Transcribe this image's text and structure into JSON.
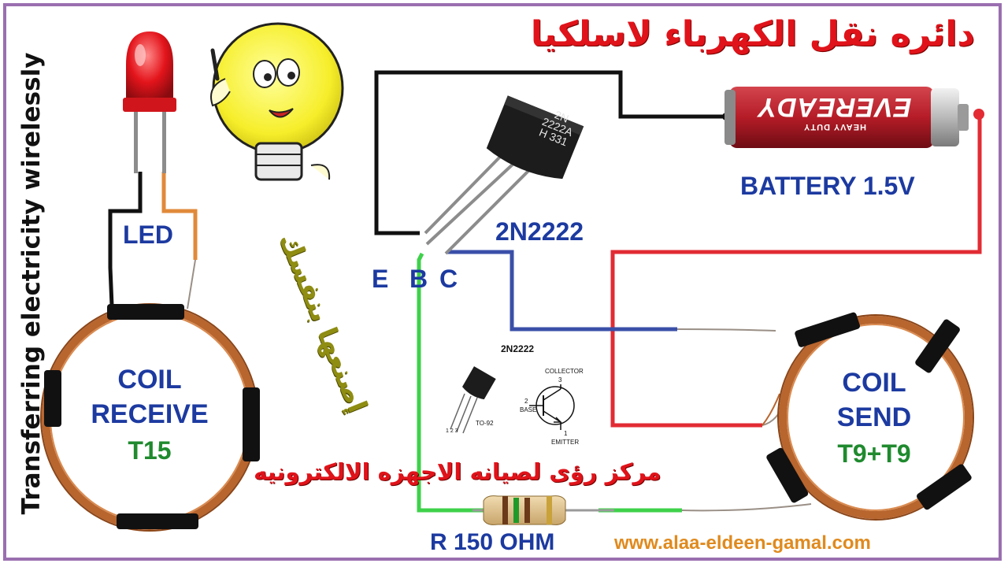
{
  "title_arabic": "دائره نقل الكهرباء لاسلكيا",
  "side_title": "Transferring electricity wirelessly",
  "diagonal_text": "إصنعها بنفسك",
  "center_text_arabic": "مركز رؤى لصيانه الاجهزه الالكترونيه",
  "website": "www.alaa-eldeen-gamal.com",
  "led": {
    "label": "LED"
  },
  "transistor": {
    "label": "2N2222",
    "marking_lines": [
      "2N",
      "2222A",
      "H 331"
    ],
    "pins": [
      "E",
      "B",
      "C"
    ]
  },
  "battery": {
    "label": "BATTERY 1.5V",
    "brand": "EVEREADY",
    "tagline": "HEAVY DUTY"
  },
  "coil_receive": {
    "line1": "COIL",
    "line2": "RECEIVE",
    "turns": "T15"
  },
  "coil_send": {
    "line1": "COIL",
    "line2": "SEND",
    "turns": "T9+T9"
  },
  "resistor": {
    "label": "R 150 OHM"
  },
  "pinout_inset": {
    "title": "2N2222",
    "package": "TO-92",
    "collector": "COLLECTOR",
    "base": "BASE",
    "emitter": "EMITTER",
    "pin_collector": "3",
    "pin_base": "2",
    "pin_emitter": "1",
    "pkg_pins": "1 2 3"
  },
  "colors": {
    "title_red": "#e0131a",
    "label_blue": "#1c3aa0",
    "label_green": "#1f8a2e",
    "wire_red": "#e22b33",
    "wire_blue": "#3a4fa8",
    "wire_green": "#3ed14a",
    "wire_orange": "#e08a3a",
    "copper": "#b8652e",
    "olive_text": "#8f8d12",
    "website_orange": "#e08a1e"
  }
}
